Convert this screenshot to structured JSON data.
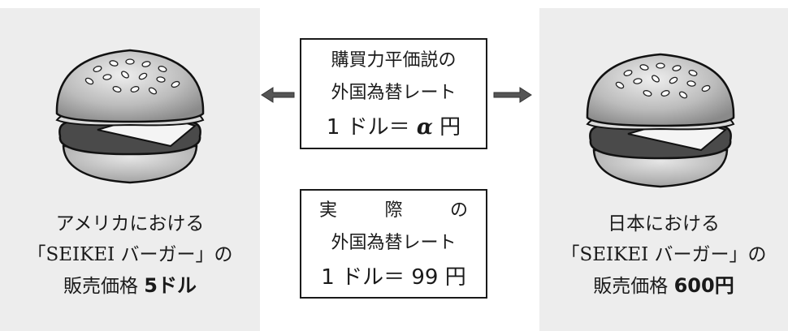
{
  "usa": {
    "caption_line1": "アメリカにおける",
    "caption_line2": "「SEIKEI バーガー」の",
    "caption_line3_prefix": "販売価格 ",
    "price": "5ドル"
  },
  "japan": {
    "caption_line1": "日本における",
    "caption_line2": "「SEIKEI バーガー」の",
    "caption_line3_prefix": "販売価格 ",
    "price": "600円"
  },
  "ppp_box": {
    "line1": "購買力平価説の",
    "line2": "外国為替レート",
    "rate_prefix": "1 ドル＝ ",
    "rate_symbol": "α",
    "rate_suffix": " 円"
  },
  "actual_box": {
    "line1_chars": [
      "実",
      "際",
      "の"
    ],
    "line2": "外国為替レート",
    "rate": "1 ドル＝ 99 円"
  },
  "colors": {
    "panel_bg": "#ededed",
    "arrow": "#555555",
    "bun": "#b8b8b8",
    "patty": "#444444"
  }
}
